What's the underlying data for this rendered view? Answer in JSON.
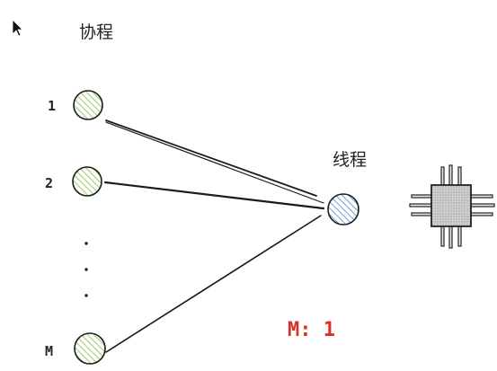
{
  "labels": {
    "coroutine_title": "协程",
    "thread_title": "线程",
    "node_1": "1",
    "node_2": "2",
    "node_m": "M",
    "ratio": "M: 1"
  },
  "colors": {
    "coroutine_fill": "#9bd163",
    "thread_fill": "#6fa5e0",
    "stroke": "#1b1b1b",
    "ratio": "#d9302c",
    "chip_body": "#d2d2d2"
  },
  "icons": {
    "cursor": "mouse-pointer-icon",
    "chip": "cpu-chip-icon"
  }
}
